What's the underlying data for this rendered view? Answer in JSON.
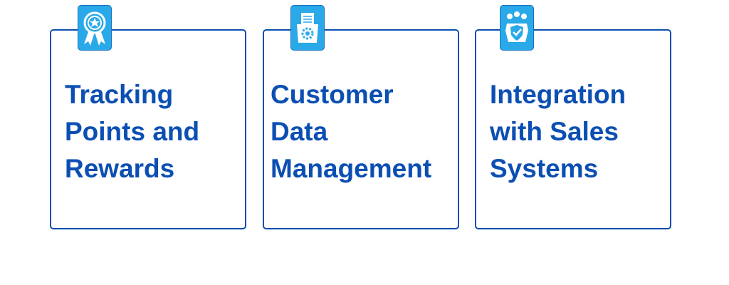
{
  "cards": [
    {
      "title": "Tracking\nPoints and\nRewards",
      "icon": "award-ribbon-icon"
    },
    {
      "title": "Customer\nData\nManagement",
      "icon": "document-gear-icon"
    },
    {
      "title": "Integration\nwith Sales\nSystems",
      "icon": "team-shield-gear-icon"
    }
  ],
  "colors": {
    "border": "#0c4fae",
    "icon_bg": "#29a9e8",
    "text": "#0c4fb3"
  }
}
